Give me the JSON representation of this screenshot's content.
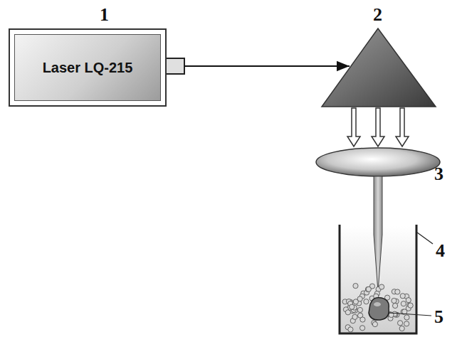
{
  "diagram": {
    "nodes": [
      {
        "text": [
          "Laser LQ-215"
        ]
      }
    ],
    "labels": [
      "1",
      "2",
      "3",
      "4",
      "5"
    ]
  }
}
